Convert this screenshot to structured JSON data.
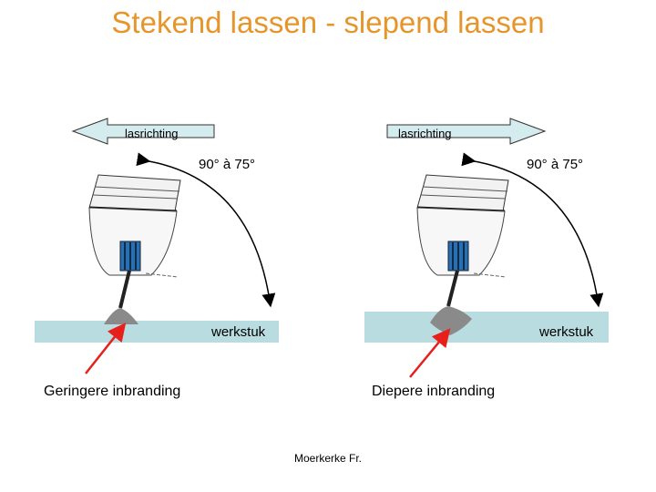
{
  "title": "Stekend lassen - slepend lassen",
  "left": {
    "direction_label": "lasrichting",
    "angle_label": "90° à 75°",
    "workpiece_label": "werkstuk",
    "penetration_label": "Geringere inbranding"
  },
  "right": {
    "direction_label": "lasrichting",
    "angle_label": "90° à 75°",
    "workpiece_label": "werkstuk",
    "penetration_label": "Diepere inbranding"
  },
  "footer": "Moerkerke Fr.",
  "colors": {
    "title": "#e6952a",
    "workpiece": "#b8dce0",
    "arrow_fill": "#d4ecee",
    "red_arrow": "#e8201c",
    "weld": "#8a8a8a",
    "electrode_blue": "#2a6fb0"
  }
}
